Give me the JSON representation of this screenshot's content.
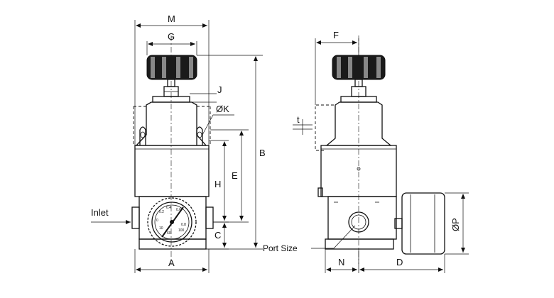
{
  "labels": {
    "M": "M",
    "G": "G",
    "J": "J",
    "K": "ØK",
    "B": "B",
    "E": "E",
    "H": "H",
    "C": "C",
    "A": "A",
    "F": "F",
    "t": "t",
    "P": "ØP",
    "N": "N",
    "D": "D",
    "inlet": "Inlet",
    "port_size": "Port Size"
  }
}
